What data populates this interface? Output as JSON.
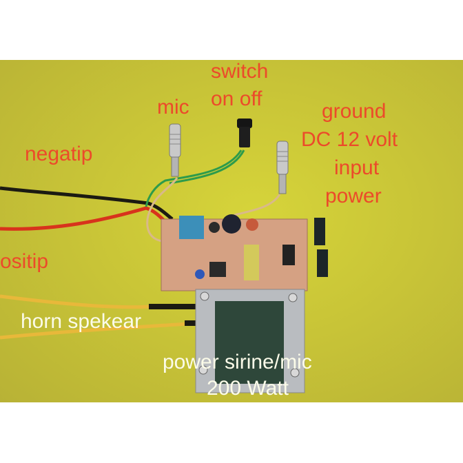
{
  "image": {
    "description": "Photo of a siren/mic power amplifier circuit board on yellow background with annotation labels",
    "background_color": "#c9c537",
    "label_color_red": "#ec4a2a",
    "label_color_white": "#fbfbe9"
  },
  "labels": {
    "switch": [
      "switch",
      "on off"
    ],
    "mic": "mic",
    "negatip": "negatip",
    "ground": [
      "ground",
      "DC 12 volt",
      "input",
      "power"
    ],
    "positip": "ositip",
    "horn": "horn spekear",
    "power": [
      "power sirine/mic",
      "200 Watt"
    ]
  },
  "components": {
    "wires": [
      "black",
      "red",
      "green",
      "clear-copper",
      "yellow"
    ],
    "jacks": [
      "mic-jack",
      "power-jack"
    ],
    "switch": "push-switch",
    "board": "pcb",
    "transformer": "output-transformer",
    "transistors": [
      "power-transistor-1",
      "power-transistor-2"
    ]
  }
}
